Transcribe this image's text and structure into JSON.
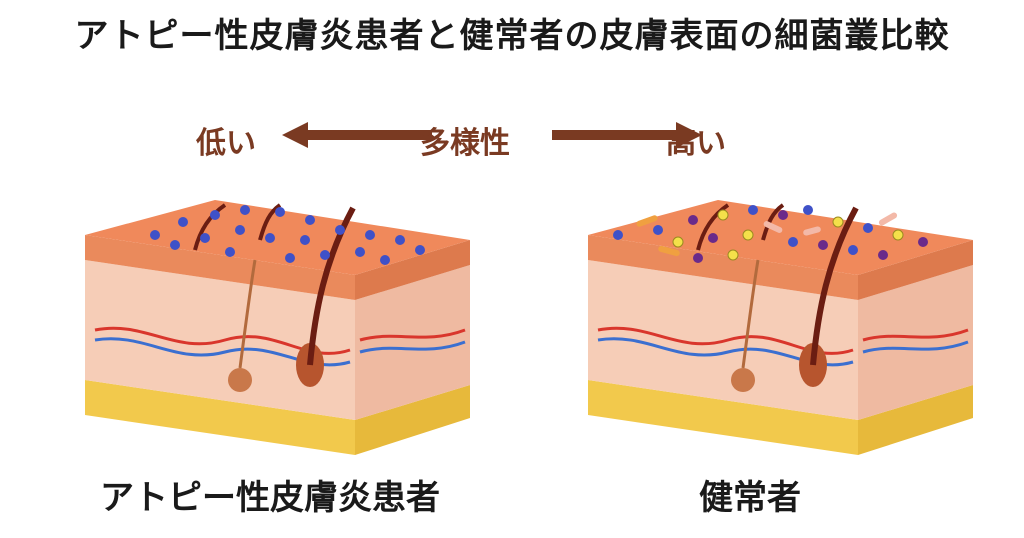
{
  "title": "アトピー性皮膚炎患者と健常者の皮膚表面の細菌叢比較",
  "diversity": {
    "low": "低い",
    "label": "多様性",
    "high": "高い"
  },
  "captions": {
    "atopic": "アトピー性皮膚炎患者",
    "healthy": "健常者"
  },
  "colors": {
    "text_accent": "#7a3a22",
    "bacteria_blue": "#3f51c8",
    "bacteria_purple": "#6a2a8a",
    "bacteria_yellow": "#f4e04a",
    "bacteria_rod_orange": "#f0a040",
    "skin_surface": "#f08a5d",
    "fat_layer": "#f2c94c"
  }
}
